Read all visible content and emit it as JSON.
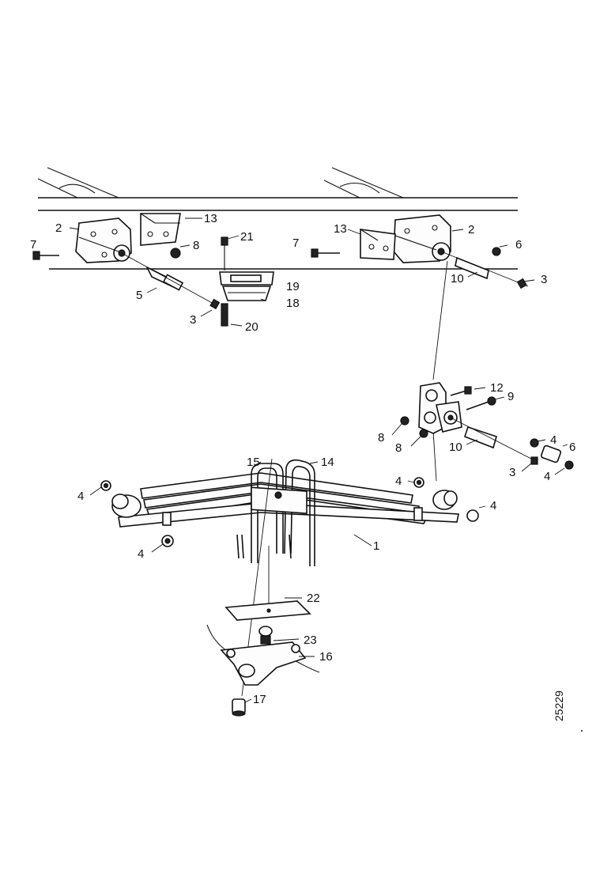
{
  "diagram": {
    "reference_number": "25229",
    "callouts": [
      {
        "id": "c2a",
        "text": "2"
      },
      {
        "id": "c13a",
        "text": "13"
      },
      {
        "id": "c7a",
        "text": "7"
      },
      {
        "id": "c8a",
        "text": "8"
      },
      {
        "id": "c21",
        "text": "21"
      },
      {
        "id": "c19",
        "text": "19"
      },
      {
        "id": "c18",
        "text": "18"
      },
      {
        "id": "c5",
        "text": "5"
      },
      {
        "id": "c3a",
        "text": "3"
      },
      {
        "id": "c20",
        "text": "20"
      },
      {
        "id": "c7b",
        "text": "7"
      },
      {
        "id": "c13b",
        "text": "13"
      },
      {
        "id": "c2b",
        "text": "2"
      },
      {
        "id": "c6a",
        "text": "6"
      },
      {
        "id": "c10a",
        "text": "10"
      },
      {
        "id": "c3b",
        "text": "3"
      },
      {
        "id": "c12",
        "text": "12"
      },
      {
        "id": "c9",
        "text": "9"
      },
      {
        "id": "c8b",
        "text": "8"
      },
      {
        "id": "c8c",
        "text": "8"
      },
      {
        "id": "c10b",
        "text": "10"
      },
      {
        "id": "c4a",
        "text": "4"
      },
      {
        "id": "c6b",
        "text": "6"
      },
      {
        "id": "c3c",
        "text": "3"
      },
      {
        "id": "c4b",
        "text": "4"
      },
      {
        "id": "c15",
        "text": "15"
      },
      {
        "id": "c14",
        "text": "14"
      },
      {
        "id": "c4c",
        "text": "4"
      },
      {
        "id": "c4d",
        "text": "4"
      },
      {
        "id": "c4e",
        "text": "4"
      },
      {
        "id": "c4f",
        "text": "4"
      },
      {
        "id": "c1",
        "text": "1"
      },
      {
        "id": "c22",
        "text": "22"
      },
      {
        "id": "c23",
        "text": "23"
      },
      {
        "id": "c16",
        "text": "16"
      },
      {
        "id": "c17",
        "text": "17"
      }
    ]
  }
}
